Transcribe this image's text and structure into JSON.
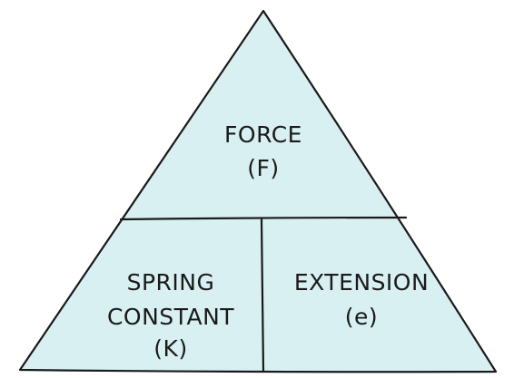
{
  "diagram": {
    "fill_color": "#d9f0f2",
    "line_color": "#1a1a1a",
    "top": {
      "name": "FORCE",
      "symbol": "(F)"
    },
    "bottom_left": {
      "line1": "SPRING",
      "line2": "CONSTANT",
      "symbol": "(K)"
    },
    "bottom_right": {
      "name": "EXTENSION",
      "symbol": "(e)"
    }
  }
}
